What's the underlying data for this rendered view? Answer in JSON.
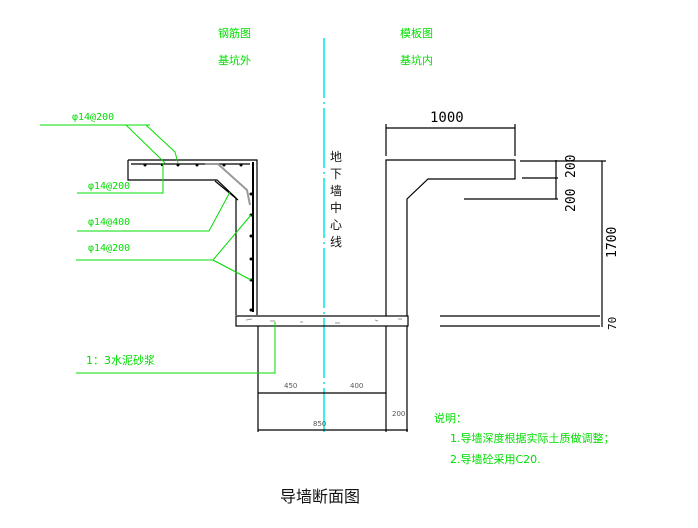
{
  "drawing": {
    "title": "导墙断面图",
    "left_header": {
      "line1": "钢筋图",
      "line2": "基坑外"
    },
    "right_header": {
      "line1": "模板图",
      "line2": "基坑内"
    },
    "centerline_label": [
      "地",
      "下",
      "墙",
      "中",
      "心",
      "线"
    ],
    "rebar_labels": [
      "φ14@200",
      "φ14@200",
      "φ14@400",
      "φ14@200"
    ],
    "mortar_label": "1：3水泥砂浆",
    "dimensions": {
      "top_width": "1000",
      "right_top_1": "200",
      "right_top_2": "200",
      "right_height": "1700",
      "right_bottom": "70",
      "bottom_left": "450",
      "bottom_right": "400",
      "bottom_total": "850",
      "bottom_wall": "200"
    },
    "notes": {
      "heading": "说明：",
      "items": [
        "1.导墙深度根据实际土质做调整；",
        "2.导墙砼采用C20."
      ]
    }
  },
  "colors": {
    "annotation": "#00dd00",
    "centerline": "#00e5e5",
    "linework": "#000000"
  }
}
